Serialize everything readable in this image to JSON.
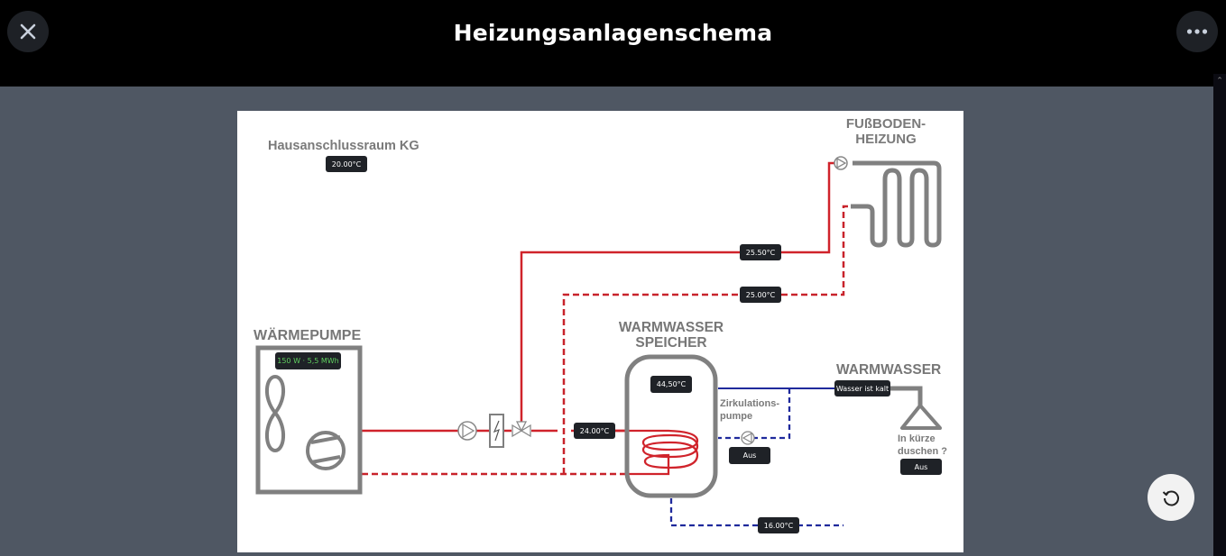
{
  "header": {
    "title": "Heizungsanlagenschema",
    "close_icon": "close-icon",
    "more_icon": "more-horizontal-icon"
  },
  "diagram": {
    "room_label": "Hausanschlussraum KG",
    "room_temp": "20.00°C",
    "floor_heating_label_1": "FUßBODEN-",
    "floor_heating_label_2": "HEIZUNG",
    "flow_temp": "25.50°C",
    "return_temp": "25.00°C",
    "heat_pump_label": "WÄRMEPUMPE",
    "heat_pump_power": "150 W · 5,5 MWh",
    "storage_label_1": "WARMWASSER",
    "storage_label_2": "SPEICHER",
    "storage_temp": "44,50°C",
    "coil_flow_temp": "24.00°C",
    "circulation_label_1": "Zirkulations-",
    "circulation_label_2": "pumpe",
    "circulation_state": "Aus",
    "hot_water_label": "WARMWASSER",
    "hot_water_state": "Wasser ist kalt",
    "shower_label_1": "In kürze",
    "shower_label_2": "duschen ?",
    "shower_state": "Aus",
    "cold_water_temp": "16.00°C",
    "colors": {
      "heating_flow": "#d0232b",
      "heating_return": "#c8232b",
      "domestic_water": "#1f2a9c",
      "equipment": "#808080"
    }
  },
  "controls": {
    "reset_icon": "refresh-icon"
  }
}
